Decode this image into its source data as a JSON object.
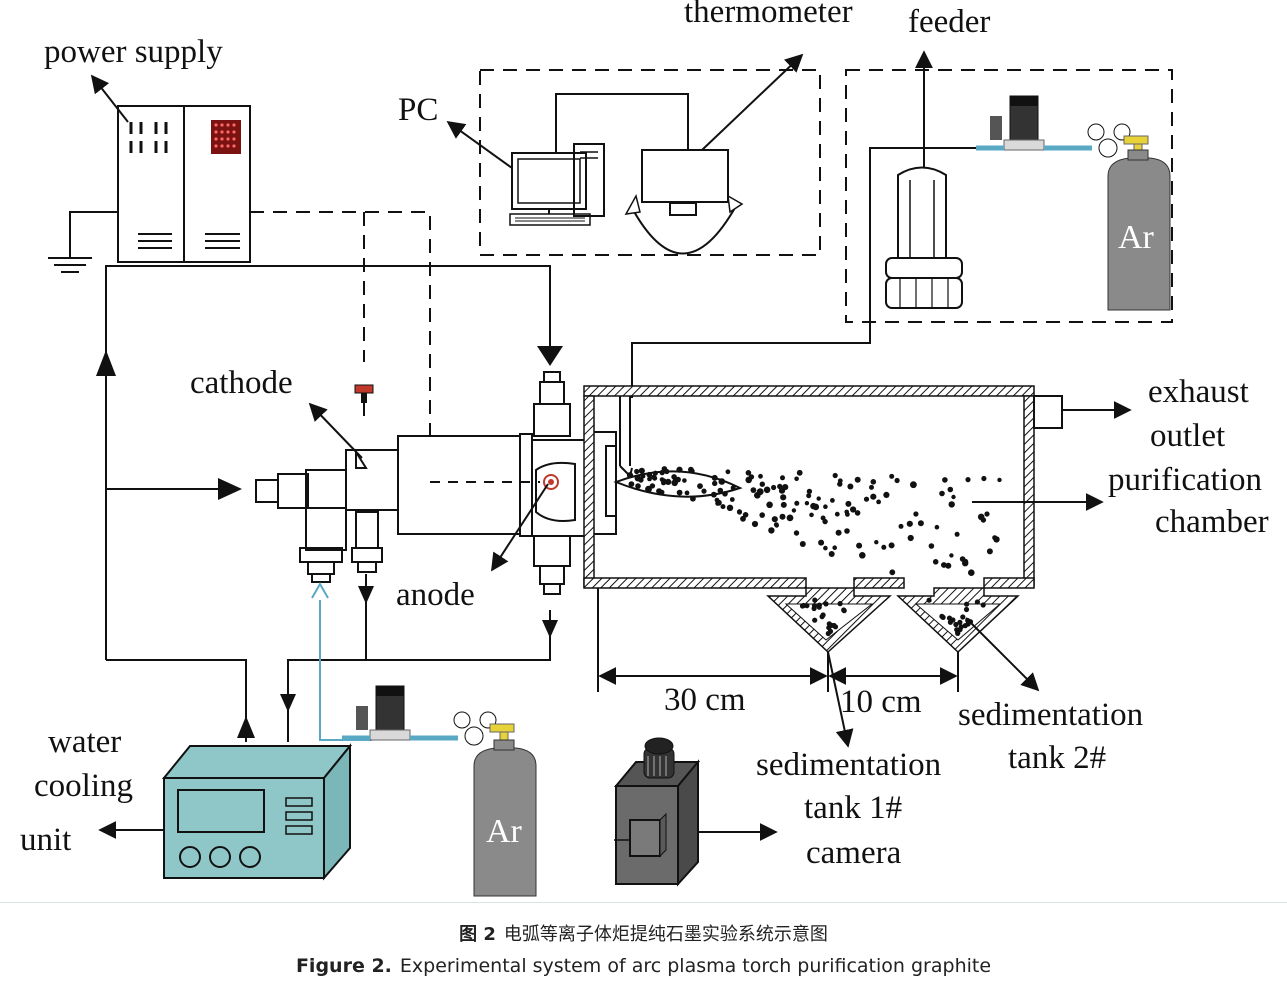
{
  "labels": {
    "power_supply": "power supply",
    "thermometer": "thermometer",
    "feeder": "feeder",
    "pc": "PC",
    "cathode": "cathode",
    "anode": "anode",
    "exhaust_outlet_1": "exhaust",
    "exhaust_outlet_2": "outlet",
    "purification_chamber_1": "purification",
    "purification_chamber_2": "chamber",
    "water_cooling_unit_1": "water",
    "water_cooling_unit_2": "cooling",
    "water_cooling_unit_3": "unit",
    "sedimentation_tank_1_a": "sedimentation",
    "sedimentation_tank_1_b": "tank 1#",
    "sedimentation_tank_2_a": "sedimentation",
    "sedimentation_tank_2_b": "tank 2#",
    "camera": "camera",
    "dim_30": "30 cm",
    "dim_10": "10 cm",
    "ar_cylinder_top": "Ar",
    "ar_cylinder_bottom": "Ar"
  },
  "caption": {
    "cn_label": "图 2",
    "cn_text": "电弧等离子体炬提纯石墨实验系统示意图",
    "en_label": "Figure 2.",
    "en_text": "Experimental system of arc plasma torch purification graphite"
  },
  "colors": {
    "ar_cylinder": "#8a8a8a",
    "water_cooling_unit": "#8fc7c8",
    "camera_body": "#6b6b6b",
    "ar_supply_line": "#5aa9c4"
  }
}
